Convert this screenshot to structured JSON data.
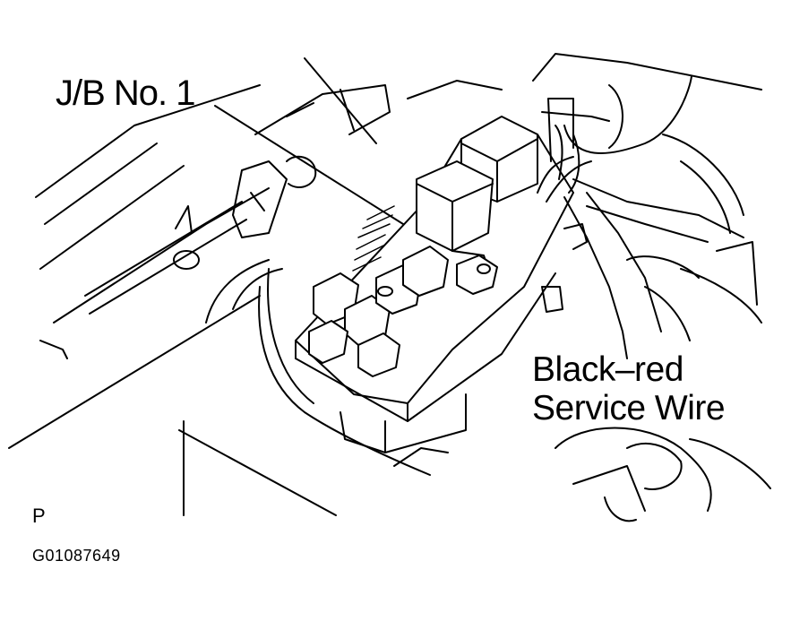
{
  "diagram": {
    "labels": {
      "junction_block": "J/B No. 1",
      "service_wire_line1": "Black–red",
      "service_wire_line2": "Service Wire",
      "view_marker": "P",
      "figure_code": "G01087649"
    },
    "colors": {
      "ink": "#000000",
      "background": "#ffffff"
    }
  }
}
